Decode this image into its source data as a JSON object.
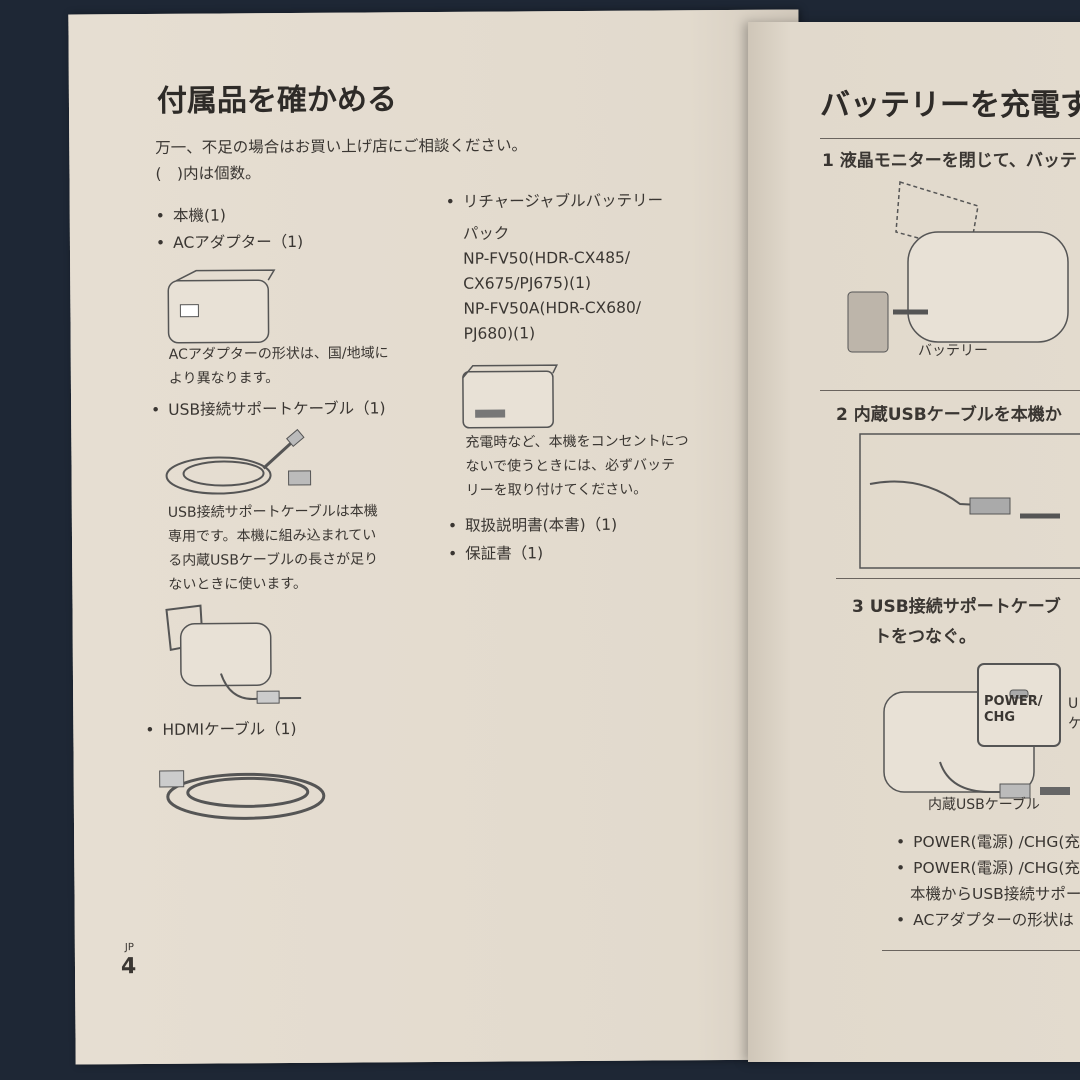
{
  "left_page": {
    "title": "付属品を確かめる",
    "intro": [
      "万一、不足の場合はお買い上げ店にご相談ください。",
      "(　)内は個数。"
    ],
    "col1": {
      "item_body": "本機(1)",
      "item_ac": "ACアダプター（1)",
      "ac_note": [
        "ACアダプターの形状は、国/地域に",
        "より異なります。"
      ],
      "item_usb": "USB接続サポートケーブル（1)",
      "usb_note": [
        "USB接続サポートケーブルは本機",
        "専用です。本機に組み込まれてい",
        "る内蔵USBケーブルの長さが足り",
        "ないときに使います。"
      ],
      "item_hdmi": "HDMIケーブル（1)"
    },
    "col2": {
      "battery_lines": [
        "リチャージャブルバッテリー",
        "パック",
        "NP-FV50(HDR-CX485/",
        "CX675/PJ675)(1)",
        "NP-FV50A(HDR-CX680/",
        "PJ680)(1)"
      ],
      "battery_note": [
        "充電時など、本機をコンセントにつ",
        "ないで使うときには、必ずバッテ",
        "リーを取り付けてください。"
      ],
      "item_manual": "取扱説明書(本書)（1)",
      "item_warranty": "保証書（1)"
    },
    "page_lang": "JP",
    "page_number": "4"
  },
  "right_page": {
    "title": "バッテリーを充電す",
    "step1": "1 液晶モニターを閉じて、バッテ",
    "battery_label": "バッテリー",
    "step2": "2 内蔵USBケーブルを本機か",
    "step3": [
      "3 USB接続サポートケーブ",
      "トをつなぐ。"
    ],
    "lamp_label": [
      "POWER/",
      "CHG"
    ],
    "side_label": [
      "U",
      "ケ"
    ],
    "cable_label": "内蔵USBケーブル",
    "notes": [
      "POWER(電源) /CHG(充",
      "POWER(電源) /CHG(充",
      "本機からUSB接続サポー",
      "ACアダプターの形状は"
    ]
  }
}
